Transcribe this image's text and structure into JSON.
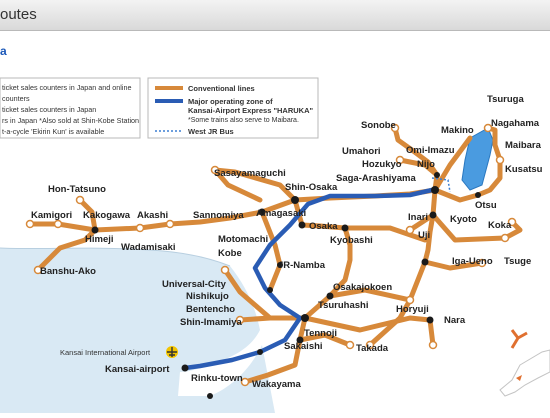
{
  "header": {
    "title": "outes"
  },
  "sub_heading": "a",
  "colors": {
    "conventional": "#d7893a",
    "haruka": "#2a5cb4",
    "bus": "#3b7fd2",
    "sea": "#d9e9f4",
    "lake": "#4a9be0"
  },
  "legend_left": [
    "ticket sales counters in Japan and online",
    "counters",
    "ticket sales counters in Japan",
    "rs in Japan  *Also sold at Shin-Kobe Station",
    "t-a-cycle 'Ekirin Kun' is available"
  ],
  "legend_right": {
    "conventional": "Conventional lines",
    "haruka_1": "Major operating zone of",
    "haruka_2": "Kansai-Airport Express \"HARUKA\"",
    "haruka_note": "*Some trains also serve to Maibara.",
    "bus": "West JR Bus"
  },
  "stations": {
    "tsuruga": "Tsuruga",
    "nagahama": "Nagahama",
    "makino": "Makino",
    "maibara": "Maibara",
    "kusatsu": "Kusatsu",
    "sonobe": "Sonobe",
    "omi_imazu": "Omi-Imazu",
    "umahori": "Umahori",
    "hozukyo": "Hozukyo",
    "nijo": "Nijo",
    "saga_arashiyama": "Saga-Arashiyama",
    "sasayamaguchi": "Sasayamaguchi",
    "shin_osaka": "Shin-Osaka",
    "hon_tatsuno": "Hon-Tatsuno",
    "kamigori": "Kamigori",
    "kakogawa": "Kakogawa",
    "akashi": "Akashi",
    "sannomiya": "Sannomiya",
    "amagasaki": "Amagasaki",
    "himeji": "Himeji",
    "wadamisaki": "Wadamisaki",
    "motomachi": "Motomachi",
    "kobe": "Kobe",
    "osaka": "Osaka",
    "kyobashi": "Kyobashi",
    "inari": "Inari",
    "kyoto": "Kyoto",
    "otsu": "Otsu",
    "koka": "Koka",
    "uji": "Uji",
    "iga_ueno": "Iga-Ueno",
    "tsuge": "Tsuge",
    "banshu_ako": "Banshu-Ako",
    "jr_namba": "JR-Namba",
    "universal_city": "Universal-City",
    "nishikujo": "Nishikujo",
    "bentencho": "Bentencho",
    "shin_imamiya": "Shin-Imamiya",
    "osakajokoen": "Osakajokoen",
    "tsuruhashi": "Tsuruhashi",
    "horyuji": "Horyuji",
    "nara": "Nara",
    "tennoji": "Tennoji",
    "sakaishi": "Sakaishi",
    "takada": "Takada",
    "kansai_airport": "Kansai-airport",
    "rinku_town": "Rinku-town",
    "wakayama": "Wakayama"
  },
  "airport_label": "Kansai International Airport"
}
